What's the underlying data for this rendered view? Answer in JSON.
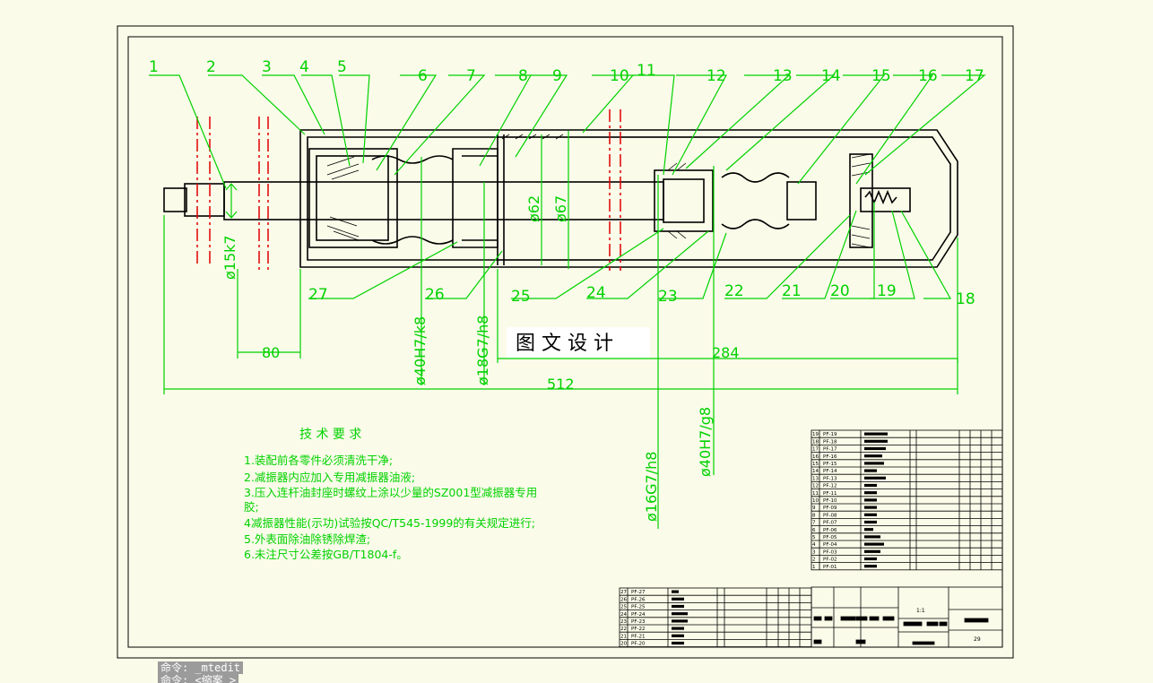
{
  "drawing": {
    "part_numbers": [
      "1",
      "2",
      "3",
      "4",
      "5",
      "6",
      "7",
      "8",
      "9",
      "10",
      "11",
      "12",
      "13",
      "14",
      "15",
      "16",
      "17",
      "18",
      "19",
      "20",
      "21",
      "22",
      "23",
      "24",
      "25",
      "26",
      "27"
    ],
    "dimensions": {
      "d15k7": "ø15k7",
      "d40H7k8": "ø40H7/k8",
      "d18G7h8": "ø18G7/h8",
      "d62": "ø62",
      "d67": "ø67",
      "d16G7h8": "ø16G7/h8",
      "d40H7g8": "ø40H7/g8",
      "len80": "80",
      "len284": "284",
      "len512": "512"
    },
    "watermark": "图 文 设 计"
  },
  "tech": {
    "title": "技 术 要 求",
    "lines": [
      "1.装配前各零件必须清洗干净;",
      "2.减振器内应加入专用减振器油液;",
      "3.压入连杆油封座时螺纹上涂以少量的SZ001型减振器专用",
      "胶;",
      "4减振器性能(示功)试验按QC/T545-1999的有关规定进行;",
      "5.外表面除油除锈除焊渣;",
      "6.未注尺寸公差按GB/T1804-f。"
    ]
  },
  "bom_right": {
    "rows": [
      "19",
      "18",
      "17",
      "16",
      "15",
      "14",
      "13",
      "12",
      "11",
      "10",
      "9",
      "8",
      "7",
      "6",
      "5",
      "4",
      "3",
      "2",
      "1"
    ],
    "codes": [
      "PF-19",
      "PF-18",
      "PF-17",
      "PF-16",
      "PF-15",
      "PF-14",
      "PF-13",
      "PF-12",
      "PF-11",
      "PF-10",
      "PF-09",
      "PF-08",
      "PF-07",
      "PF-06",
      "PF-05",
      "PF-04",
      "PF-03",
      "PF-02",
      "PF-01"
    ]
  },
  "bom_left": {
    "rows": [
      "27",
      "26",
      "25",
      "24",
      "23",
      "22",
      "21",
      "20"
    ],
    "codes": [
      "PF-27",
      "PF-26",
      "PF-25",
      "PF-24",
      "PF-23",
      "PF-22",
      "PF-21",
      "PF-20"
    ]
  },
  "title_block": {
    "scale": "1:1",
    "sheet": "29"
  },
  "command": {
    "line1": "命令: _mtedit",
    "line2": "命令: <缩案 >"
  },
  "colors": {
    "background": "#fbfbe9",
    "leader": "#00d200",
    "centerline": "#e00000",
    "outline": "#000000"
  }
}
